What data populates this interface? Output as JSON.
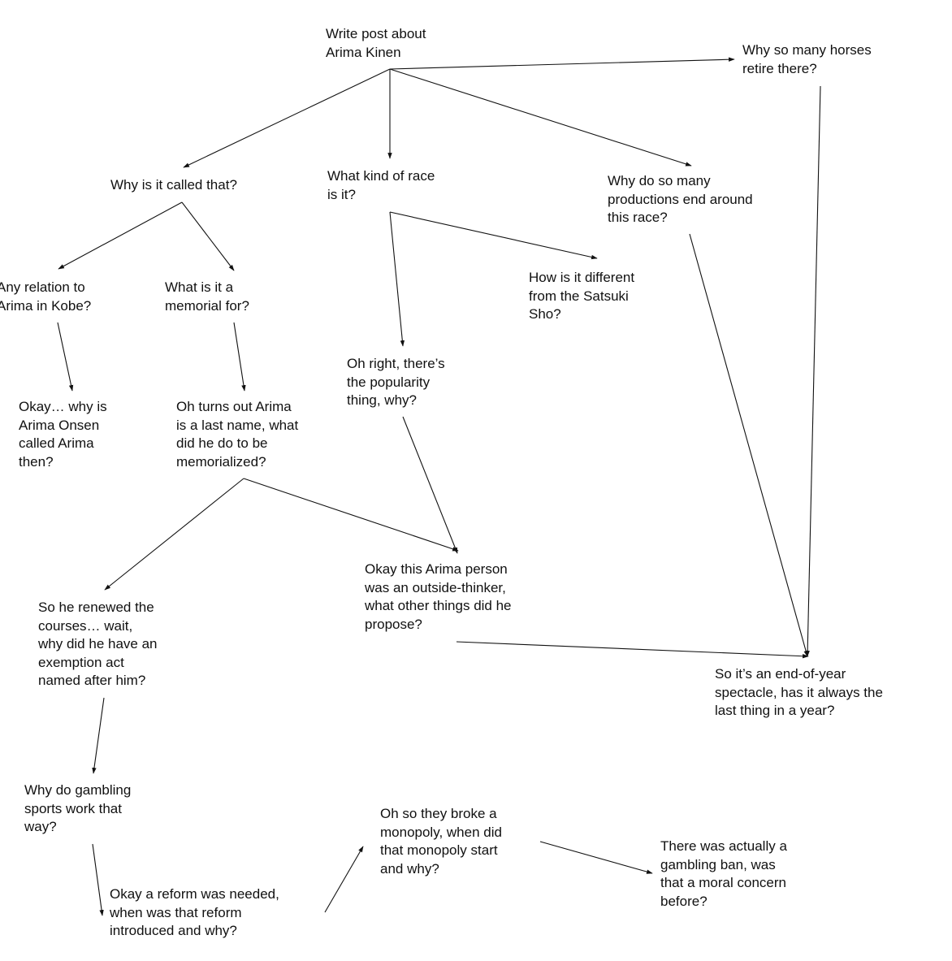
{
  "diagram": {
    "nodes": [
      {
        "id": "root",
        "text": "Write post about\nArima Kinen"
      },
      {
        "id": "retire",
        "text": "Why so many horses\nretire there?"
      },
      {
        "id": "called",
        "text": "Why is it called that?"
      },
      {
        "id": "kind",
        "text": "What kind of race\nis it?"
      },
      {
        "id": "productions",
        "text": "Why do so many\nproductions end around\nthis race?"
      },
      {
        "id": "kobe",
        "text": "Any relation to\nArima in Kobe?"
      },
      {
        "id": "memorial",
        "text": "What is it a\nmemorial for?"
      },
      {
        "id": "satsuki",
        "text": "How is it different\nfrom the Satsuki\nSho?"
      },
      {
        "id": "popularity",
        "text": "Oh right, there’s\nthe popularity\nthing, why?"
      },
      {
        "id": "onsen",
        "text": "Okay… why is\nArima Onsen\ncalled Arima\nthen?"
      },
      {
        "id": "lastname",
        "text": "Oh turns out Arima\nis a last name, what\ndid he do to be\nmemorialized?"
      },
      {
        "id": "outside",
        "text": "Okay this Arima person\nwas an outside-thinker,\nwhat other things did he\npropose?"
      },
      {
        "id": "renewed",
        "text": "So he renewed the\ncourses… wait,\nwhy did he have an\nexemption act\nnamed after him?"
      },
      {
        "id": "endyear",
        "text": "So it’s an end-of-year\nspectacle, has it always the\nlast thing in a year?"
      },
      {
        "id": "gambling",
        "text": "Why do gambling\nsports work that\nway?"
      },
      {
        "id": "monopoly",
        "text": "Oh so they broke a\nmonopoly, when did\nthat monopoly start\nand why?"
      },
      {
        "id": "ban",
        "text": "There was actually a\ngambling ban, was\nthat a moral concern\nbefore?"
      },
      {
        "id": "reform",
        "text": "Okay a reform was needed,\nwhen was that reform\nintroduced and why?"
      }
    ],
    "edges": [
      {
        "from": "root",
        "to": "retire"
      },
      {
        "from": "root",
        "to": "called"
      },
      {
        "from": "root",
        "to": "kind"
      },
      {
        "from": "root",
        "to": "productions"
      },
      {
        "from": "called",
        "to": "kobe"
      },
      {
        "from": "called",
        "to": "memorial"
      },
      {
        "from": "kind",
        "to": "satsuki"
      },
      {
        "from": "kind",
        "to": "popularity"
      },
      {
        "from": "kobe",
        "to": "onsen"
      },
      {
        "from": "memorial",
        "to": "lastname"
      },
      {
        "from": "lastname",
        "to": "renewed"
      },
      {
        "from": "lastname",
        "to": "outside"
      },
      {
        "from": "popularity",
        "to": "outside"
      },
      {
        "from": "retire",
        "to": "endyear"
      },
      {
        "from": "productions",
        "to": "endyear"
      },
      {
        "from": "outside",
        "to": "endyear"
      },
      {
        "from": "renewed",
        "to": "gambling"
      },
      {
        "from": "gambling",
        "to": "reform"
      },
      {
        "from": "reform",
        "to": "monopoly"
      },
      {
        "from": "monopoly",
        "to": "ban"
      }
    ]
  }
}
